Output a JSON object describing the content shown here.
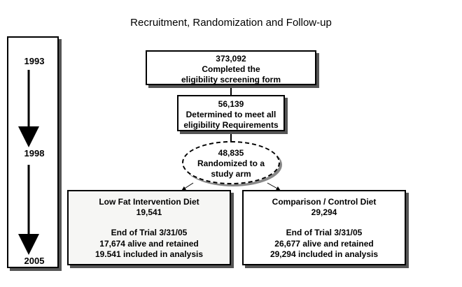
{
  "title": "Recruitment, Randomization and Follow-up",
  "timeline": {
    "years": [
      "1993",
      "1998",
      "2005"
    ]
  },
  "screening": {
    "count": "373,092",
    "line1": "Completed the",
    "line2": "eligibility screening form"
  },
  "eligible": {
    "count": "56,139",
    "line1": "Determined to meet all",
    "line2": "eligibility Requirements"
  },
  "randomized": {
    "count": "48,835",
    "line1": "Randomized to a",
    "line2": "study arm"
  },
  "arms": [
    {
      "name": "Low Fat Intervention Diet",
      "count": "19,541",
      "end_label": "End of Trial 3/31/05",
      "retained": "17,674 alive and retained",
      "analysis": "19.541 included in analysis"
    },
    {
      "name": "Comparison / Control Diet",
      "count": "29,294",
      "end_label": "End of Trial 3/31/05",
      "retained": "26,677 alive and retained",
      "analysis": "29,294 included in analysis"
    }
  ],
  "colors": {
    "border": "#000000",
    "shadow": "#555555",
    "left_arm_fill": "#f6f6f4"
  }
}
